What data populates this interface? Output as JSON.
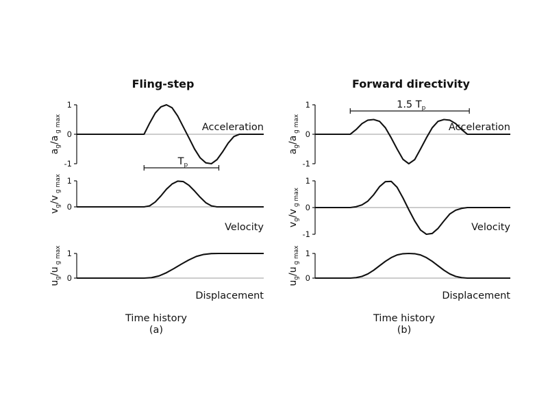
{
  "chart_data": [
    {
      "type": "line",
      "title": "Fling-step",
      "xlabel": "Time history",
      "caption": "(a)",
      "panels": [
        {
          "name": "acceleration",
          "label": "Acceleration",
          "ylabel": {
            "main": "a",
            "num_sub": "g",
            "den": "a",
            "den_sub": "g max"
          },
          "ylim": [
            -1,
            1
          ],
          "yticks": [
            "1",
            "0",
            "-1"
          ],
          "x": [
            0,
            35,
            36,
            39,
            42,
            45,
            48,
            51,
            54,
            57,
            60,
            63,
            66,
            69,
            72,
            75,
            78,
            81,
            84,
            87,
            90,
            93,
            95,
            100
          ],
          "y": [
            0,
            0,
            0,
            0.38,
            0.72,
            0.93,
            1.0,
            0.9,
            0.62,
            0.25,
            -0.12,
            -0.5,
            -0.8,
            -0.97,
            -1.0,
            -0.86,
            -0.6,
            -0.3,
            -0.08,
            0.0,
            0,
            0,
            0,
            0
          ],
          "annotation": {
            "text": "T",
            "sub": "p",
            "x_start": 36,
            "x_end": 76
          }
        },
        {
          "name": "velocity",
          "label": "Velocity",
          "ylabel": {
            "main": "v",
            "num_sub": "g",
            "den": "v",
            "den_sub": "g max"
          },
          "ylim": [
            0,
            1
          ],
          "yticks": [
            "1",
            "0"
          ],
          "x": [
            0,
            35,
            36,
            39,
            42,
            45,
            48,
            51,
            54,
            57,
            60,
            63,
            66,
            69,
            72,
            75,
            76,
            80,
            90,
            100
          ],
          "y": [
            0,
            0,
            0,
            0.04,
            0.19,
            0.42,
            0.68,
            0.88,
            0.99,
            0.97,
            0.83,
            0.61,
            0.37,
            0.16,
            0.04,
            0.0,
            0,
            0,
            0,
            0
          ]
        },
        {
          "name": "displacement",
          "label": "Displacement",
          "ylabel": {
            "main": "u",
            "num_sub": "g",
            "den": "u",
            "den_sub": "g max"
          },
          "ylim": [
            0,
            1
          ],
          "yticks": [
            "1",
            "0"
          ],
          "x": [
            0,
            35,
            36,
            40,
            44,
            48,
            52,
            56,
            60,
            64,
            68,
            72,
            76,
            80,
            90,
            100
          ],
          "y": [
            0,
            0,
            0,
            0.02,
            0.09,
            0.22,
            0.39,
            0.57,
            0.74,
            0.88,
            0.96,
            0.995,
            1.0,
            1,
            1,
            1
          ]
        }
      ]
    },
    {
      "type": "line",
      "title": "Forward directivity",
      "xlabel": "Time history",
      "caption": "(b)",
      "panels": [
        {
          "name": "acceleration",
          "label": "Acceleration",
          "ylabel": {
            "main": "a",
            "num_sub": "g",
            "den": "a",
            "den_sub": "g max"
          },
          "ylim": [
            -1,
            1
          ],
          "yticks": [
            "1",
            "0",
            "-1"
          ],
          "x": [
            0,
            18,
            21,
            24,
            27,
            30,
            33,
            36,
            39,
            42,
            45,
            48,
            51,
            54,
            57,
            60,
            63,
            66,
            69,
            72,
            75,
            78,
            81,
            84,
            87,
            100
          ],
          "y": [
            0,
            0,
            0.16,
            0.36,
            0.48,
            0.5,
            0.44,
            0.22,
            -0.12,
            -0.5,
            -0.85,
            -1.0,
            -0.86,
            -0.5,
            -0.12,
            0.22,
            0.44,
            0.5,
            0.48,
            0.36,
            0.16,
            0.0,
            0,
            0,
            0,
            0
          ],
          "annotation": {
            "text": "1.5 T",
            "sub": "p",
            "x_start": 18,
            "x_end": 79
          }
        },
        {
          "name": "velocity",
          "label": "Velocity",
          "ylabel": {
            "main": "v",
            "num_sub": "g",
            "den": "v",
            "den_sub": "g max"
          },
          "ylim": [
            -1,
            1
          ],
          "yticks": [
            "1",
            "0",
            "-1"
          ],
          "x": [
            0,
            18,
            21,
            24,
            27,
            30,
            33,
            36,
            39,
            42,
            45,
            48,
            51,
            54,
            57,
            60,
            63,
            66,
            69,
            72,
            75,
            78,
            81,
            84,
            100
          ],
          "y": [
            0,
            0,
            0.03,
            0.1,
            0.24,
            0.48,
            0.78,
            0.97,
            0.98,
            0.76,
            0.36,
            -0.08,
            -0.5,
            -0.84,
            -1.0,
            -0.97,
            -0.78,
            -0.5,
            -0.24,
            -0.1,
            -0.03,
            0.0,
            0,
            0,
            0
          ]
        },
        {
          "name": "displacement",
          "label": "Displacement",
          "ylabel": {
            "main": "u",
            "num_sub": "g",
            "den": "u",
            "den_sub": "g max"
          },
          "ylim": [
            0,
            1
          ],
          "yticks": [
            "1",
            "0"
          ],
          "x": [
            0,
            18,
            21,
            24,
            27,
            30,
            33,
            36,
            39,
            42,
            45,
            48,
            51,
            54,
            57,
            60,
            63,
            66,
            69,
            72,
            75,
            78,
            81,
            100
          ],
          "y": [
            0,
            0,
            0.02,
            0.07,
            0.17,
            0.32,
            0.5,
            0.68,
            0.83,
            0.94,
            0.99,
            1.0,
            0.99,
            0.94,
            0.83,
            0.68,
            0.5,
            0.32,
            0.17,
            0.07,
            0.02,
            0.0,
            0,
            0
          ]
        }
      ]
    }
  ]
}
